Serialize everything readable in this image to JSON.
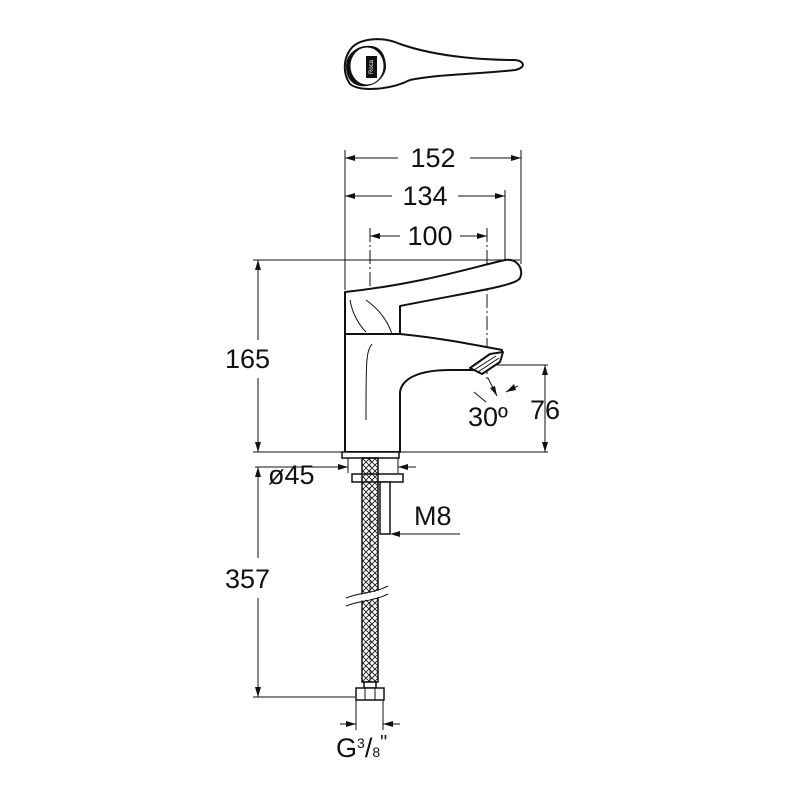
{
  "drawing": {
    "brand_mark": "Roca",
    "dimensions": {
      "width_overall": "152",
      "width_lever": "134",
      "width_center": "100",
      "height_total": "165",
      "spout_height": "76",
      "spout_angle": "30º",
      "base_diameter": "ø45",
      "stud_thread": "M8",
      "hose_length": "357",
      "connection_prefix": "G",
      "connection_num": "3",
      "connection_sep": "/",
      "connection_den": "8",
      "connection_suffix": "\""
    }
  }
}
